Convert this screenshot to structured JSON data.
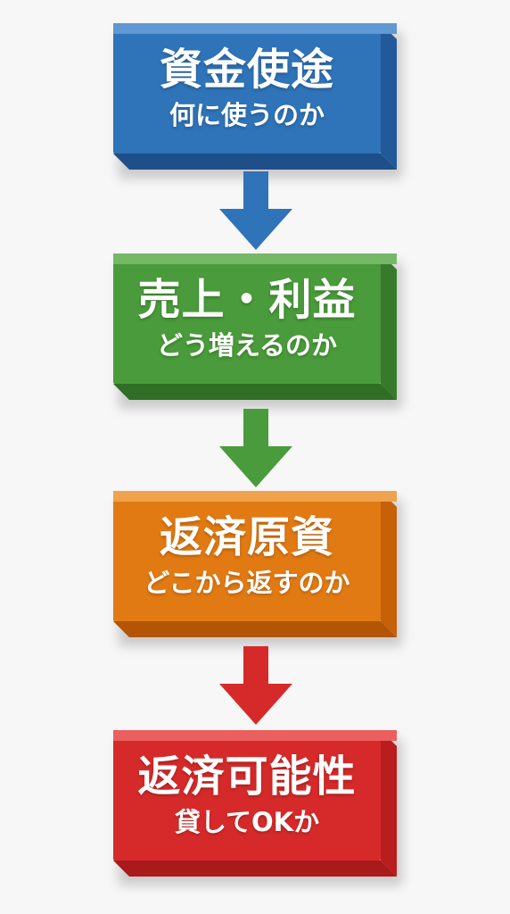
{
  "steps": [
    {
      "title": "資金使途",
      "subtitle": "何に使うのか",
      "colors": {
        "face": "#2f73b9",
        "top": "#5f98d2",
        "side": "#22599a",
        "bottom": "#1f4f88"
      }
    },
    {
      "title": "売上・利益",
      "subtitle": "どう増えるのか",
      "colors": {
        "face": "#4a9b3b",
        "top": "#75b866",
        "side": "#377a2b",
        "bottom": "#306d25"
      }
    },
    {
      "title": "返済原資",
      "subtitle": "どこから返すのか",
      "colors": {
        "face": "#e27a13",
        "top": "#f0a24d",
        "side": "#c66109",
        "bottom": "#b35506"
      }
    },
    {
      "title": "返済可能性",
      "subtitle": "貸してOKか",
      "colors": {
        "face": "#d62a2a",
        "top": "#eb5f5f",
        "side": "#b91d1d",
        "bottom": "#a91a1a"
      }
    }
  ],
  "arrows": [
    {
      "name": "blue-down-arrow",
      "color": "#2f73b9"
    },
    {
      "name": "green-down-arrow",
      "color": "#4a9b3b"
    },
    {
      "name": "red-down-arrow",
      "color": "#d62a2a"
    }
  ]
}
